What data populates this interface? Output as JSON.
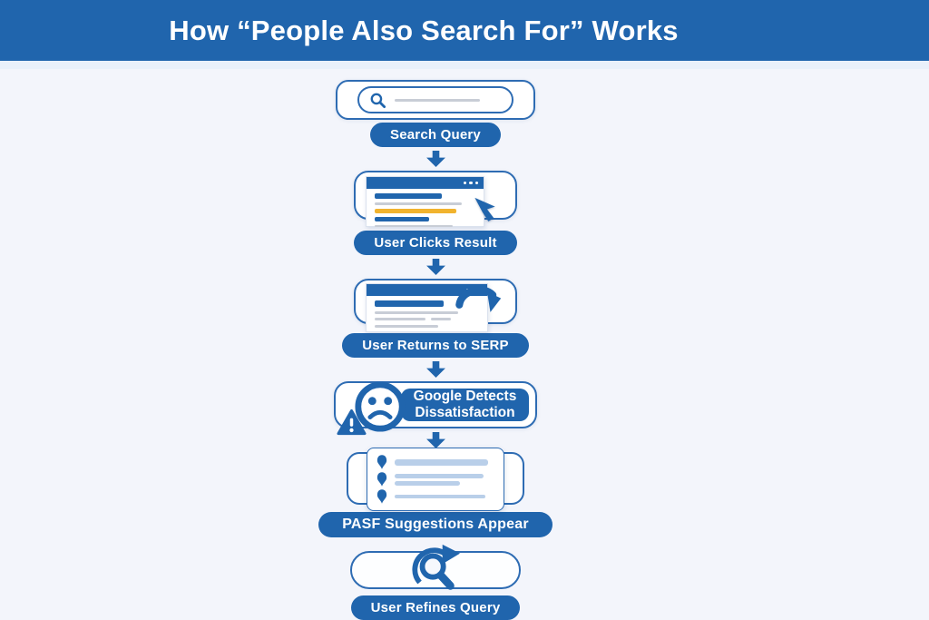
{
  "header": {
    "title": "How “People Also Search For” Works"
  },
  "colors": {
    "primary_blue": "#2065ad",
    "border_blue": "#2e6cb3",
    "accent_yellow": "#f1b32e",
    "line_gray": "#c8cdd6",
    "bar_light_blue": "#b9cfe9",
    "background": "#f3f5fb",
    "card_white": "#ffffff",
    "header_text": "#ffffff"
  },
  "flow": {
    "connector": "down-arrow",
    "steps": [
      {
        "id": "search-query",
        "label": "Search Query",
        "icon": "search-icon"
      },
      {
        "id": "user-clicks-result",
        "label": "User Clicks Result",
        "icon": "cursor-icon"
      },
      {
        "id": "user-returns-to-serp",
        "label": "User Returns to SERP",
        "icon": "return-arrow-icon"
      },
      {
        "id": "google-detects-dissatisfaction",
        "label_line1": "Google Detects",
        "label_line2": "Dissatisfaction",
        "icon": "sad-face-icon"
      },
      {
        "id": "pasf-suggestions-appear",
        "label": "PASF Suggestions Appear",
        "icon": "suggestion-bullet-icon"
      },
      {
        "id": "user-refines-query",
        "label": "User Refines Query",
        "icon": "search-refresh-icon"
      }
    ]
  }
}
